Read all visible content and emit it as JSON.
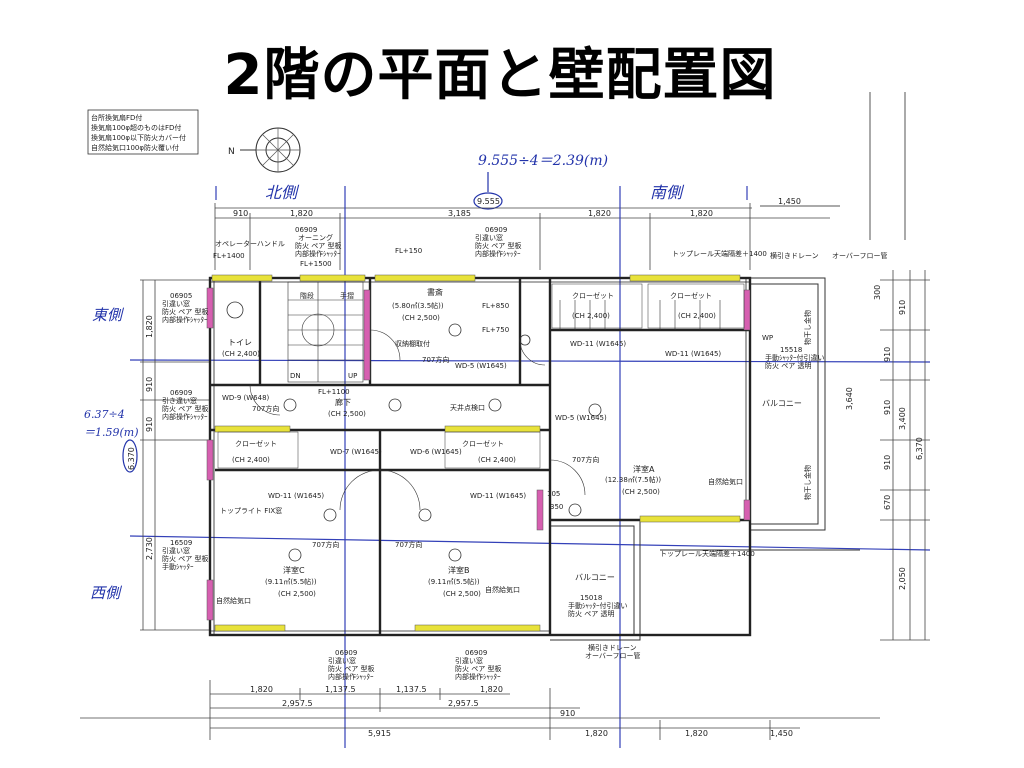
{
  "title": "2階の平面と壁配置図",
  "notes": [
    "台所換気扇FD付",
    "換気扇100φ超のものはFD付",
    "換気扇100φ以下防火カバー付",
    "自然給気口100φ防火覆い付"
  ],
  "compass": "N",
  "handwritten": {
    "formula_top": "9.555÷4＝2.39(m)",
    "circled_top": "9.555",
    "north_side": "北側",
    "south_side": "南側",
    "east_side": "東側",
    "west_side": "西側",
    "formula_left_1": "6.37÷4",
    "formula_left_2": "＝1.59(m)",
    "circled_left": "6.370"
  },
  "dims_top": [
    "910",
    "1,820",
    "3,185",
    "1,820",
    "1,820",
    "1,450",
    "9,555"
  ],
  "dims_bottom_1": [
    "1,820",
    "1,137.5",
    "1,137.5",
    "1,820"
  ],
  "dims_bottom_2": [
    "2,957.5",
    "2,957.5",
    "910"
  ],
  "dims_bottom_3": [
    "5,915",
    "1,820",
    "1,820",
    "1,450"
  ],
  "dims_left": [
    "1,820",
    "910",
    "910",
    "2,730"
  ],
  "dims_right": [
    "300",
    "910",
    "910",
    "910",
    "910",
    "670",
    "3,640",
    "3,400",
    "6,370",
    "2,050"
  ],
  "rooms": [
    {
      "name": "書斎",
      "area": "(5.80㎡(3.5帖))",
      "ch": "(CH 2,500)"
    },
    {
      "name": "洋室A",
      "area": "(12.38㎡(7.5帖))",
      "ch": "(CH 2,500)"
    },
    {
      "name": "洋室C",
      "area": "(9.11㎡(5.5帖))",
      "ch": "(CH 2,500)"
    },
    {
      "name": "洋室B",
      "area": "(9.11㎡(5.5帖))",
      "ch": "(CH 2,500)"
    },
    {
      "name": "廊下",
      "area": "",
      "ch": "(CH 2,500)"
    },
    {
      "name": "トイレ",
      "area": "",
      "ch": "(CH 2,400)"
    },
    {
      "name": "階段",
      "area": "",
      "ch": ""
    },
    {
      "name": "クローゼット",
      "area": "",
      "ch": "(CH 2,400)"
    },
    {
      "name": "バルコニー",
      "area": "",
      "ch": ""
    }
  ],
  "windows": [
    {
      "code": "06905",
      "lines": [
        "引違い窓",
        "防火 ペア 型板",
        "内部操作ｼｬｯﾀｰ"
      ]
    },
    {
      "code": "06909",
      "lines": [
        "引き違い窓",
        "防火 ペア 型板",
        "内部操作ｼｬｯﾀｰ"
      ]
    },
    {
      "code": "06909",
      "lines": [
        "オーニング",
        "防火 ペア 型板",
        "内部操作ｼｬｯﾀｰ"
      ]
    },
    {
      "code": "06909",
      "lines": [
        "引違い窓",
        "防火 ペア 型板",
        "内部操作ｼｬｯﾀｰ"
      ]
    },
    {
      "code": "16509",
      "lines": [
        "引違い窓",
        "防火 ペア 型板",
        "手動ｼｬｯﾀｰ"
      ]
    },
    {
      "code": "06909",
      "lines": [
        "引違い窓",
        "防火 ペア 型板",
        "内部操作ｼｬｯﾀｰ"
      ]
    },
    {
      "code": "06909",
      "lines": [
        "引違い窓",
        "防火 ペア 型板",
        "内部操作ｼｬｯﾀｰ"
      ]
    },
    {
      "code": "15518",
      "lines": [
        "手動ｼｬｯﾀｰ付引違い",
        "防火 ペア 透明"
      ]
    },
    {
      "code": "15018",
      "lines": [
        "手動ｼｬｯﾀｰ付引違い",
        "防火 ペア 透明"
      ]
    }
  ],
  "misc": {
    "fl_1400": "FL+1400",
    "fl_1500": "FL+1500",
    "fl_150": "FL+150",
    "fl_850": "FL+850",
    "fl_750": "FL+750",
    "fl_1100": "FL+1100",
    "up": "UP",
    "dn": "DN",
    "wp": "WP",
    "wd5": "WD-5 (W1645)",
    "wd6": "WD-6 (W1645)",
    "wd7": "WD-7 (W1645)",
    "wd9": "WD-9 (W648)",
    "wd11": "WD-11 (W1645)",
    "tenjo": "天井点検口",
    "shizen": "自然給気口",
    "drain": "横引きドレーン",
    "overflow": "オーバーフロー管",
    "monohoshi": "物干し金物",
    "toplight": "トップライト FIX窓",
    "toprail": "トップレール天端隔差＋1400",
    "dir": "707方向",
    "opehandle": "オペレーターハンドル",
    "storage": "収納棚取付",
    "v105": "105",
    "v350": "350",
    "hand": "手摺",
    "kaidan": "階段"
  }
}
